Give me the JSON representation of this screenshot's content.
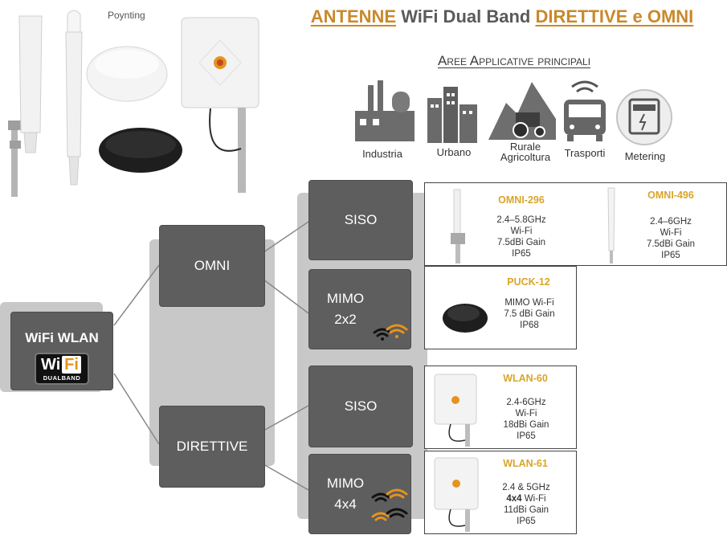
{
  "header": {
    "title_part1": "ANTENNE",
    "title_part2": "WiFi Dual Band",
    "title_part3": "DIRETTIVE e OMNI",
    "brand": "Poynting",
    "subtitle": "Aree Applicative principali"
  },
  "areas": [
    {
      "label": "Industria",
      "icon": "factory-icon"
    },
    {
      "label": "Urbano",
      "icon": "buildings-icon"
    },
    {
      "label": "Rurale Agricoltura",
      "line1": "Rurale",
      "line2": "Agricoltura",
      "icon": "tractor-icon"
    },
    {
      "label": "Trasporti",
      "icon": "bus-icon"
    },
    {
      "label": "Metering",
      "icon": "meter-icon"
    }
  ],
  "tree": {
    "root": "WiFi WLAN",
    "root_logo_wi": "Wi",
    "root_logo_fi": "Fi",
    "root_logo_band": "DUALBAND",
    "omni": "OMNI",
    "direttive": "DIRETTIVE",
    "omni_siso": "SISO",
    "omni_mimo_line1": "MIMO",
    "omni_mimo_line2": "2x2",
    "dir_siso": "SISO",
    "dir_mimo_line1": "MIMO",
    "dir_mimo_line2": "4x4"
  },
  "products": {
    "omni296": {
      "name": "OMNI-296",
      "specs": [
        "2.4–5.8GHz",
        "Wi-Fi",
        "7.5dBi Gain",
        "IP65"
      ]
    },
    "omni496": {
      "name": "OMNI-496",
      "specs": [
        "2.4–6GHz",
        "Wi-Fi",
        "7.5dBi Gain",
        "IP65"
      ]
    },
    "puck12": {
      "name": "PUCK-12",
      "specs": [
        "MIMO Wi-Fi",
        "7.5 dBi Gain",
        "IP68"
      ]
    },
    "wlan60": {
      "name": "WLAN-60",
      "specs": [
        "2.4-6GHz",
        "Wi-Fi",
        "18dBi Gain",
        "IP65"
      ]
    },
    "wlan61": {
      "name": "WLAN-61",
      "specs": [
        "2.4 & 5GHz",
        "Wi-Fi",
        "11dBi Gain",
        "IP65"
      ],
      "bold": "4x4"
    }
  },
  "colors": {
    "accent": "#c9892a",
    "product_name": "#d9a52a",
    "box": "#5e5e5e",
    "band": "#c8c8c8",
    "wifi_orange": "#e5931f"
  }
}
